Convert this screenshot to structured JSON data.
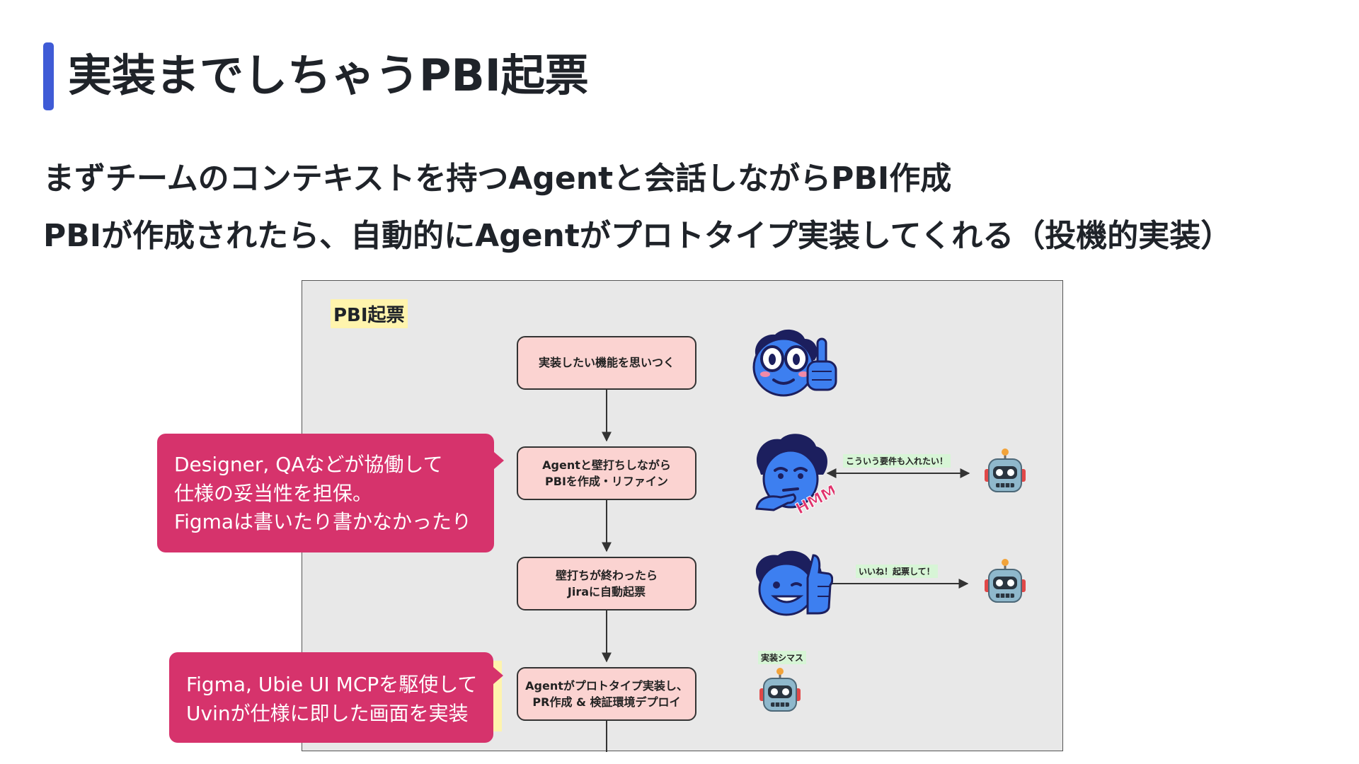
{
  "heading": {
    "title": "実装までしちゃうPBI起票",
    "line1": "まずチームのコンテキストを持つAgentと会話しながらPBI作成",
    "line2": "PBIが作成されたら、自動的にAgentがプロトタイプ実装してくれる（投機的実装）"
  },
  "diagram": {
    "label": "PBI起票",
    "steps": [
      {
        "lines": [
          "実装したい機能を思いつく"
        ]
      },
      {
        "lines": [
          "Agentと壁打ちしながら",
          "PBIを作成・リファイン"
        ]
      },
      {
        "lines": [
          "壁打ちが終わったら",
          "Jiraに自動起票"
        ]
      },
      {
        "lines": [
          "Agentがプロトタイプ実装し、",
          "PR作成 & 検証環境デプロイ"
        ]
      }
    ],
    "edges": {
      "conversation": "こういう要件も入れたい！",
      "approve": "いいね！起票して！",
      "implement": "実装シマス"
    },
    "sticker_text": "HMM"
  },
  "callouts": {
    "collaboration": [
      "Designer, QAなどが協働して",
      "仕様の妥当性を担保。",
      "Figmaは書いたり書かなかったり"
    ],
    "implementation": [
      "Figma, Ubie UI MCPを駆使して",
      "Uvinが仕様に即した画面を実装"
    ]
  },
  "colors": {
    "accent": "#3f5bd6",
    "callout": "#d6336c",
    "step_fill": "#fbd3d1",
    "highlight_yellow": "#fff4ad",
    "highlight_green": "#d7f5d6",
    "avatar_blue": "#3d7ff0",
    "hair": "#1c1f5e"
  },
  "icons": [
    "thinking-person-icon",
    "thumbs-up-person-icon",
    "robot-icon"
  ]
}
